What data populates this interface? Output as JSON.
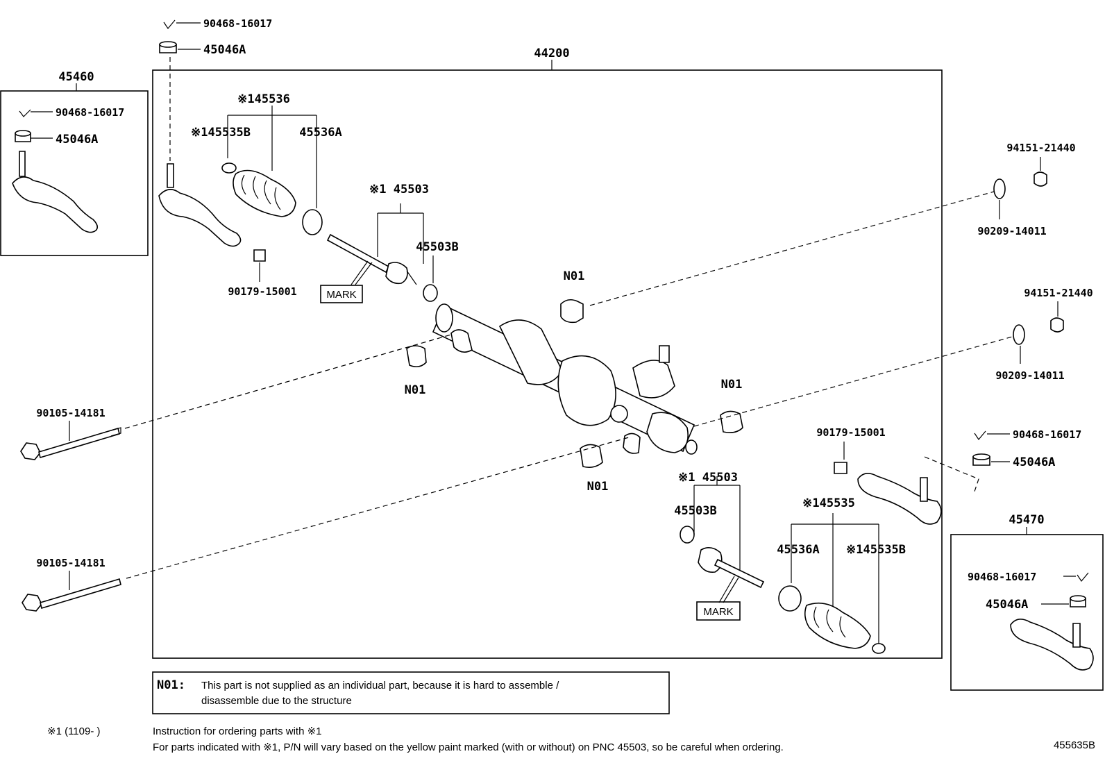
{
  "labels": {
    "assembly": "44200",
    "left_kit": "45460",
    "right_kit": "45470",
    "clip_top": "90468-16017",
    "nut_top": "45046A",
    "left_box_clip": "90468-16017",
    "left_box_nut": "45046A",
    "boot_kit_left": "※145536",
    "clamp_left": "※145535B",
    "ring_left": "45536A",
    "rod_left": "※1 45503",
    "washer_left": "45503B",
    "bushing_left_end": "90179-15001",
    "mark_left": "MARK",
    "n01_top": "N01",
    "n01_mid_left": "N01",
    "n01_right": "N01",
    "n01_bottom": "N01",
    "nut_r1": "94151-21440",
    "washer_r1": "90209-14011",
    "nut_r2": "94151-21440",
    "washer_r2": "90209-14011",
    "bolt_1": "90105-14181",
    "bolt_2": "90105-14181",
    "bushing_right_end": "90179-15001",
    "clip_right": "90468-16017",
    "nut_right": "45046A",
    "rod_right": "※1 45503",
    "washer_right": "45503B",
    "boot_kit_right": "※145535",
    "ring_right": "45536A",
    "clamp_right": "※145535B",
    "mark_right": "MARK",
    "right_box_clip": "90468-16017",
    "right_box_nut": "45046A",
    "diagram_id": "455635B"
  },
  "notes": {
    "n01_code": "N01:",
    "n01_line1": "This part is not supplied as an individual part, because it is hard to assemble /",
    "n01_line2": "disassemble  due to the structure",
    "footnote_ref": "※1 (1109-        )",
    "footnote_title": "Instruction for ordering parts with ※1",
    "footnote_body": "For parts indicated with ※1, P/N will vary based on the yellow paint marked (with or without) on PNC 45503, so be careful when ordering."
  }
}
